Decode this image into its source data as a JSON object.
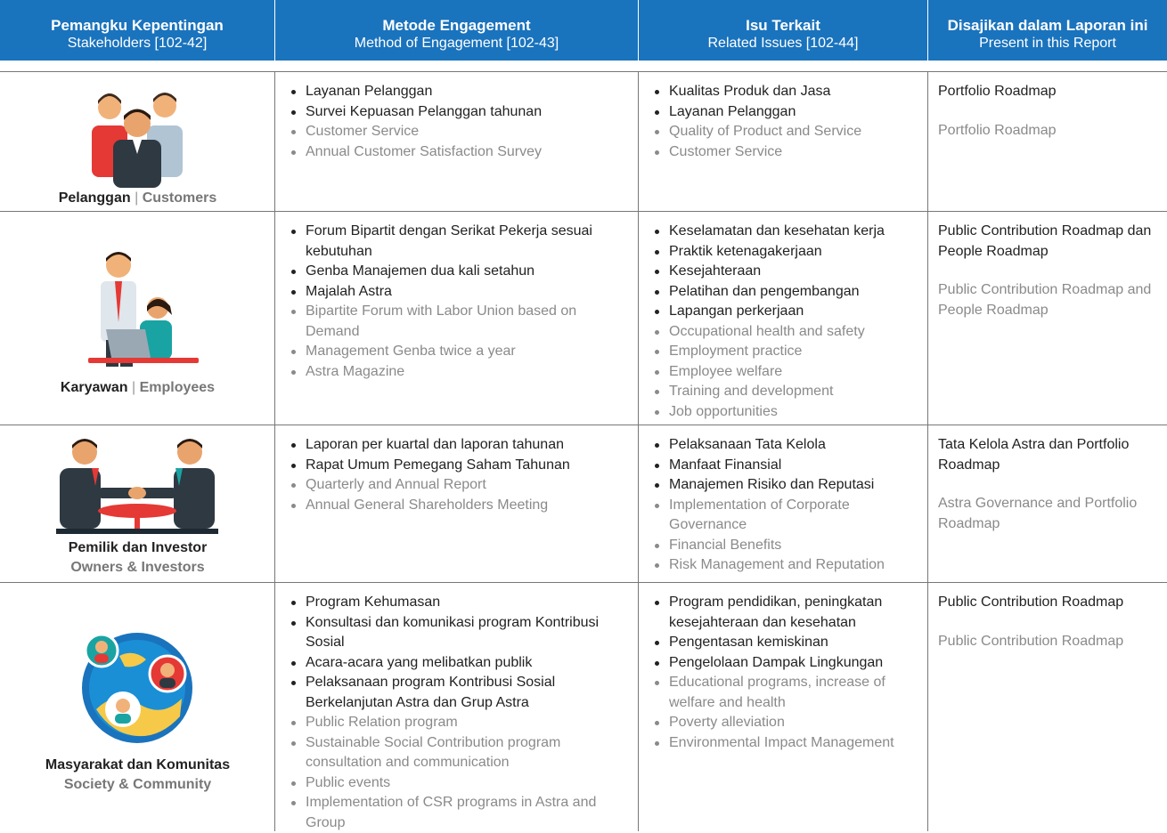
{
  "header": {
    "columns": [
      {
        "id": "Pemangku Kepentingan",
        "en": "Stakeholders [102-42]"
      },
      {
        "id": "Metode Engagement",
        "en": "Method of Engagement [102-43]"
      },
      {
        "id": "Isu Terkait",
        "en": "Related Issues [102-44]"
      },
      {
        "id": "Disajikan dalam Laporan ini",
        "en": "Present in this Report"
      }
    ]
  },
  "rows": [
    {
      "stakeholder": {
        "id": "Pelanggan",
        "en": "Customers",
        "icon": "customers-icon"
      },
      "methods_id": [
        "Layanan Pelanggan",
        "Survei Kepuasan Pelanggan tahunan"
      ],
      "methods_en": [
        "Customer Service",
        "Annual Customer Satisfaction Survey"
      ],
      "issues_id": [
        "Kualitas Produk dan Jasa",
        "Layanan Pelanggan"
      ],
      "issues_en": [
        "Quality of Product and Service",
        "Customer Service"
      ],
      "report_id": "Portfolio Roadmap",
      "report_en": "Portfolio Roadmap"
    },
    {
      "stakeholder": {
        "id": "Karyawan",
        "en": "Employees",
        "icon": "employees-icon"
      },
      "methods_id": [
        "Forum Bipartit dengan Serikat Pekerja sesuai kebutuhan",
        "Genba Manajemen dua kali setahun",
        "Majalah Astra"
      ],
      "methods_en": [
        "Bipartite Forum with Labor Union based on Demand",
        "Management Genba twice a year",
        "Astra Magazine"
      ],
      "issues_id": [
        "Keselamatan dan kesehatan kerja",
        "Praktik ketenagakerjaan",
        "Kesejahteraan",
        "Pelatihan dan pengembangan",
        "Lapangan perkerjaan"
      ],
      "issues_en": [
        "Occupational health and safety",
        "Employment practice",
        "Employee welfare",
        "Training and development",
        "Job opportunities"
      ],
      "report_id": "Public Contribution Roadmap dan People Roadmap",
      "report_en": "Public Contribution Roadmap and People Roadmap"
    },
    {
      "stakeholder": {
        "id": "Pemilik dan Investor",
        "en": "Owners & Investors",
        "icon": "investors-handshake-icon"
      },
      "methods_id": [
        "Laporan per kuartal dan laporan tahunan",
        "Rapat Umum Pemegang Saham Tahunan"
      ],
      "methods_en": [
        "Quarterly and Annual Report",
        "Annual General Shareholders Meeting"
      ],
      "issues_id": [
        "Pelaksanaan Tata Kelola",
        "Manfaat Finansial",
        "Manajemen Risiko dan Reputasi"
      ],
      "issues_en": [
        "Implementation of Corporate Governance",
        "Financial Benefits",
        "Risk Management and Reputation"
      ],
      "report_id": "Tata Kelola Astra dan Portfolio Roadmap",
      "report_en": "Astra Governance and Portfolio Roadmap"
    },
    {
      "stakeholder": {
        "id": "Masyarakat dan Komunitas",
        "en": "Society & Community",
        "icon": "community-globe-icon"
      },
      "methods_id": [
        "Program Kehumasan",
        "Konsultasi dan komunikasi program Kontribusi Sosial",
        "Acara-acara yang melibatkan publik",
        "Pelaksanaan program Kontribusi Sosial Berkelanjutan Astra dan Grup Astra"
      ],
      "methods_en": [
        "Public Relation program",
        "Sustainable Social Contribution program consultation and communication",
        "Public events",
        "Implementation of CSR programs in Astra and Group"
      ],
      "issues_id": [
        "Program pendidikan, peningkatan kesejahteraan dan kesehatan",
        "Pengentasan kemiskinan",
        "Pengelolaan Dampak Lingkungan"
      ],
      "issues_en": [
        "Educational programs, increase of welfare and health",
        "Poverty alleviation",
        "Environmental Impact Management"
      ],
      "report_id": "Public Contribution Roadmap",
      "report_en": "Public Contribution Roadmap"
    }
  ],
  "colors": {
    "header_bg": "#1a73bd",
    "header_text": "#ffffff",
    "text_id": "#222222",
    "text_en": "#8a8a8a",
    "accent_red": "#e53935"
  }
}
